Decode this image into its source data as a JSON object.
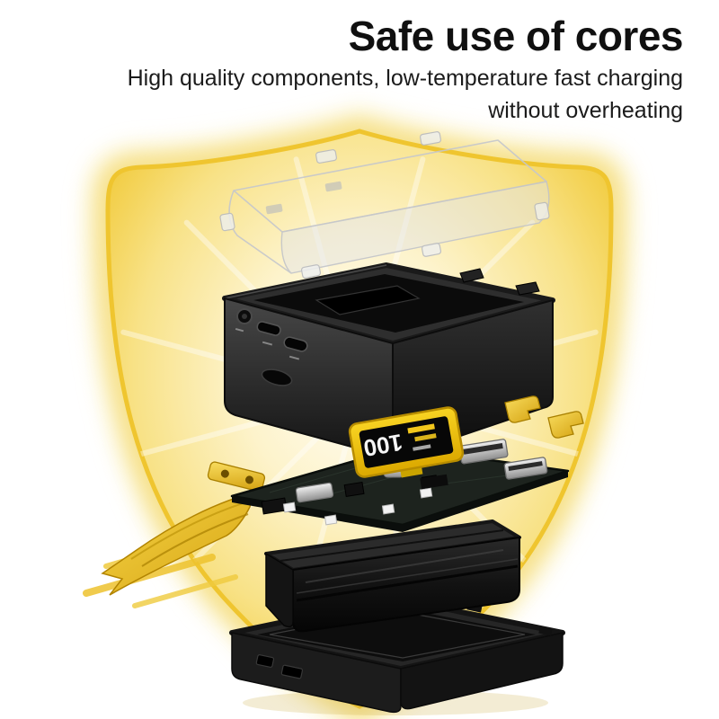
{
  "header": {
    "title": "Safe use of cores",
    "subtitle_line1": "High quality components, low-temperature fast charging",
    "subtitle_line2": "without overheating"
  },
  "device": {
    "display_value": "100"
  },
  "icons": {
    "shield": "shield-glow-badge",
    "flashlight_port": "torch-led-circle",
    "charge_ports": "usb-input-ports",
    "lanyard": "yellow-strap-ribbon"
  },
  "colors": {
    "title_text": "#101010",
    "subtitle_text": "#1b1b1b",
    "shield_edge": "#efc52f",
    "shield_glow": "#f5dc6e",
    "shield_core": "#fdf3cb",
    "gold_accent": "#e9bd1d",
    "display_frame": "#f2c400",
    "device_black": "#1c1c1c",
    "background": "#ffffff"
  }
}
